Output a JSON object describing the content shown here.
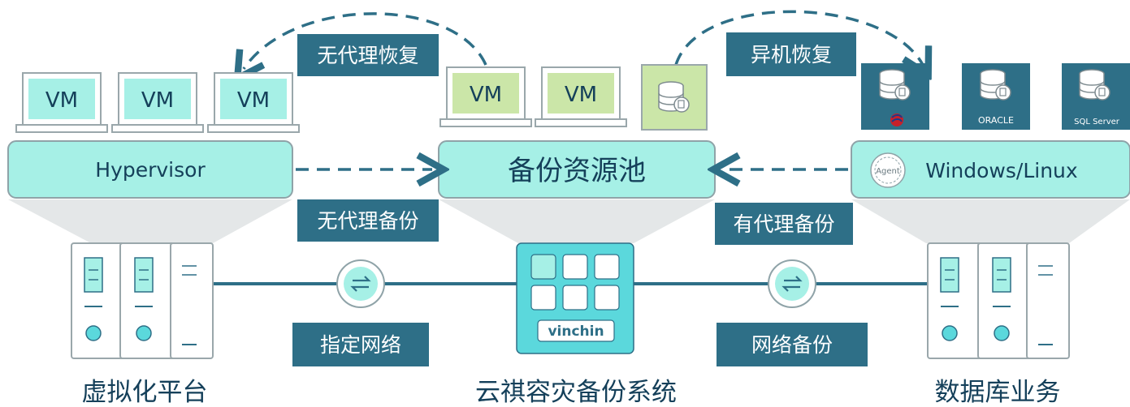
{
  "colors": {
    "teal_dark": "#2e6f87",
    "mint": "#a6f0e6",
    "mint_light": "#bdf4ec",
    "vm_green": "#cbe6a8",
    "border_gray": "#9aa7ab",
    "navy_text": "#15405a",
    "cyan_box": "#5bd8dc",
    "funnel_gray": "#e4e7e8"
  },
  "labels": {
    "agentless_restore": "无代理恢复",
    "cross_host_restore": "异机恢复",
    "agentless_backup": "无代理备份",
    "agent_backup": "有代理备份",
    "specified_network": "指定网络",
    "network_backup": "网络备份"
  },
  "hypervisor": {
    "label": "Hypervisor",
    "vms": [
      "VM",
      "VM",
      "VM"
    ]
  },
  "pool": {
    "label": "备份资源池",
    "vms": [
      "VM",
      "VM"
    ],
    "db_icon": "database-icon"
  },
  "windows_linux": {
    "label": "Windows/Linux",
    "agent_badge": "Agent",
    "databases": [
      {
        "icon": "database-icon",
        "logo": "sybase-logo"
      },
      {
        "icon": "database-icon",
        "logo": "ORACLE"
      },
      {
        "icon": "database-icon",
        "logo": "SQL Server"
      }
    ]
  },
  "vinchin_logo": "vinchin",
  "captions": {
    "left": "虚拟化平台",
    "center": "云祺容灾备份系统",
    "right": "数据库业务"
  }
}
